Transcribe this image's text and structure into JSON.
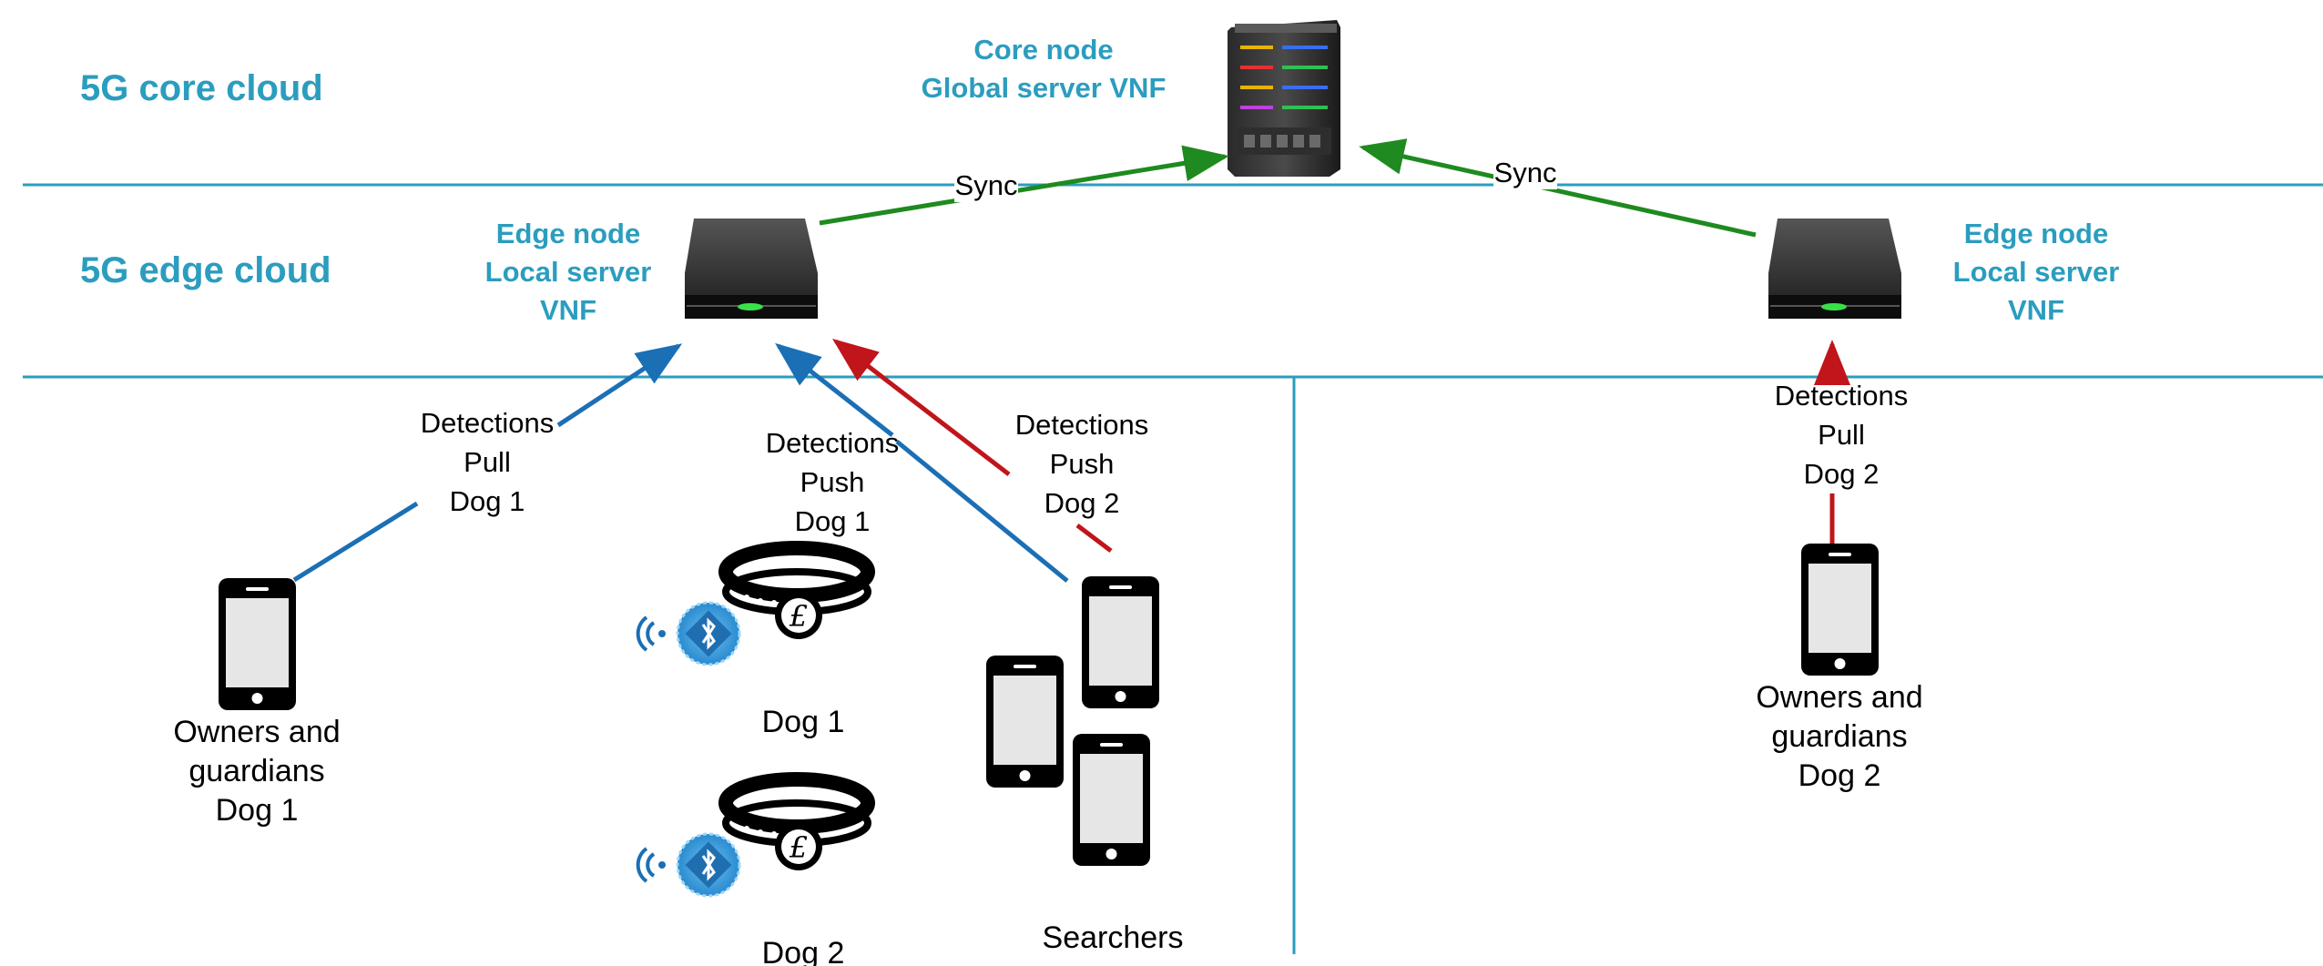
{
  "zones": {
    "core": "5G core cloud",
    "edge": "5G edge cloud"
  },
  "core_node": {
    "lines": [
      "Core node",
      "Global server VNF"
    ]
  },
  "edge_node_left": {
    "lines": [
      "Edge node",
      "Local server",
      "VNF"
    ]
  },
  "edge_node_right": {
    "lines": [
      "Edge node",
      "Local server",
      "VNF"
    ]
  },
  "sync_left": "Sync",
  "sync_right": "Sync",
  "detections_pull_dog1": [
    "Detections",
    "Pull",
    "Dog 1"
  ],
  "detections_push_dog1": [
    "Detections",
    "Push",
    "Dog 1"
  ],
  "detections_push_dog2": [
    "Detections",
    "Push",
    "Dog 2"
  ],
  "detections_pull_dog2": [
    "Detections",
    "Pull",
    "Dog 2"
  ],
  "owners_dog1": [
    "Owners and",
    "guardians",
    "Dog 1"
  ],
  "owners_dog2": [
    "Owners and",
    "guardians",
    "Dog 2"
  ],
  "collar_dog1": "Dog 1",
  "collar_dog2": "Dog 2",
  "searchers": "Searchers",
  "colors": {
    "accent": "#2b9dbf",
    "sync_arrow": "#1f8a1f",
    "pull_push_dog1": "#1b6fb5",
    "dog2_arrow": "#c0151b"
  }
}
